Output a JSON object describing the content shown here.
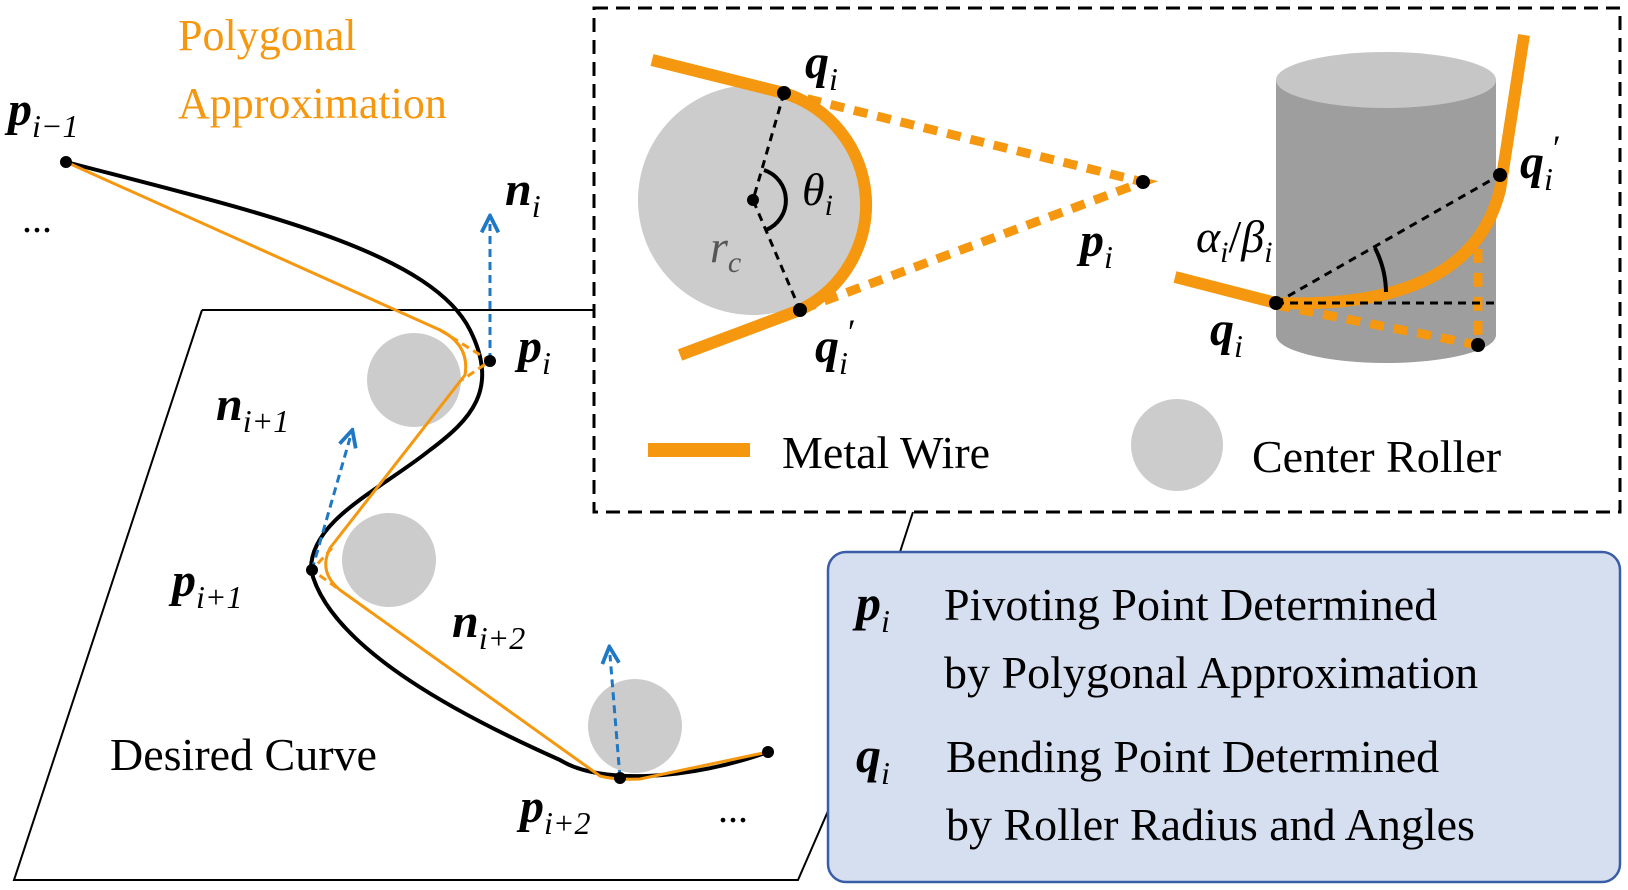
{
  "colors": {
    "wire": "#f5970f",
    "roller": "#cccccc",
    "normal_arrow": "#1f78c4",
    "legend_box_fill": "#d6dff0",
    "legend_box_stroke": "#3a5da8",
    "curve": "#000000"
  },
  "labels": {
    "polygonal_line1": "Polygonal",
    "polygonal_line2": "Approximation",
    "p_im1": {
      "base": "p",
      "sub": "i−1"
    },
    "p_i": {
      "base": "p",
      "sub": "i"
    },
    "p_ip1": {
      "base": "p",
      "sub": "i+1"
    },
    "p_ip2": {
      "base": "p",
      "sub": "i+2"
    },
    "n_i": {
      "base": "n",
      "sub": "i"
    },
    "n_ip1": {
      "base": "n",
      "sub": "i+1"
    },
    "n_ip2": {
      "base": "n",
      "sub": "i+2"
    },
    "ellipsis_left": "...",
    "ellipsis_right": "...",
    "desired_curve": "Desired Curve"
  },
  "inset": {
    "q_i_top": {
      "base": "q",
      "sub": "i"
    },
    "q_i_prime_bottom": {
      "base": "q",
      "sub": "i",
      "prime": "′"
    },
    "theta": {
      "base": "θ",
      "sub": "i"
    },
    "rc": {
      "base": "r",
      "sub": "c"
    },
    "p_i": {
      "base": "p",
      "sub": "i"
    },
    "alpha_beta": {
      "a": "α",
      "a_sub": "i",
      "slash": "/",
      "b": "β",
      "b_sub": "i"
    },
    "q_i_prime_right": {
      "base": "q",
      "sub": "i",
      "prime": "′"
    },
    "q_i_right": {
      "base": "q",
      "sub": "i"
    },
    "legend_wire": "Metal Wire",
    "legend_roller": "Center Roller"
  },
  "legend_box": {
    "row1_symbol": {
      "base": "p",
      "sub": "i"
    },
    "row1_line1": "Pivoting Point Determined",
    "row1_line2": "by Polygonal Approximation",
    "row2_symbol": {
      "base": "q",
      "sub": "i"
    },
    "row2_line1": "Bending Point Determined",
    "row2_line2": "by Roller Radius and Angles"
  }
}
